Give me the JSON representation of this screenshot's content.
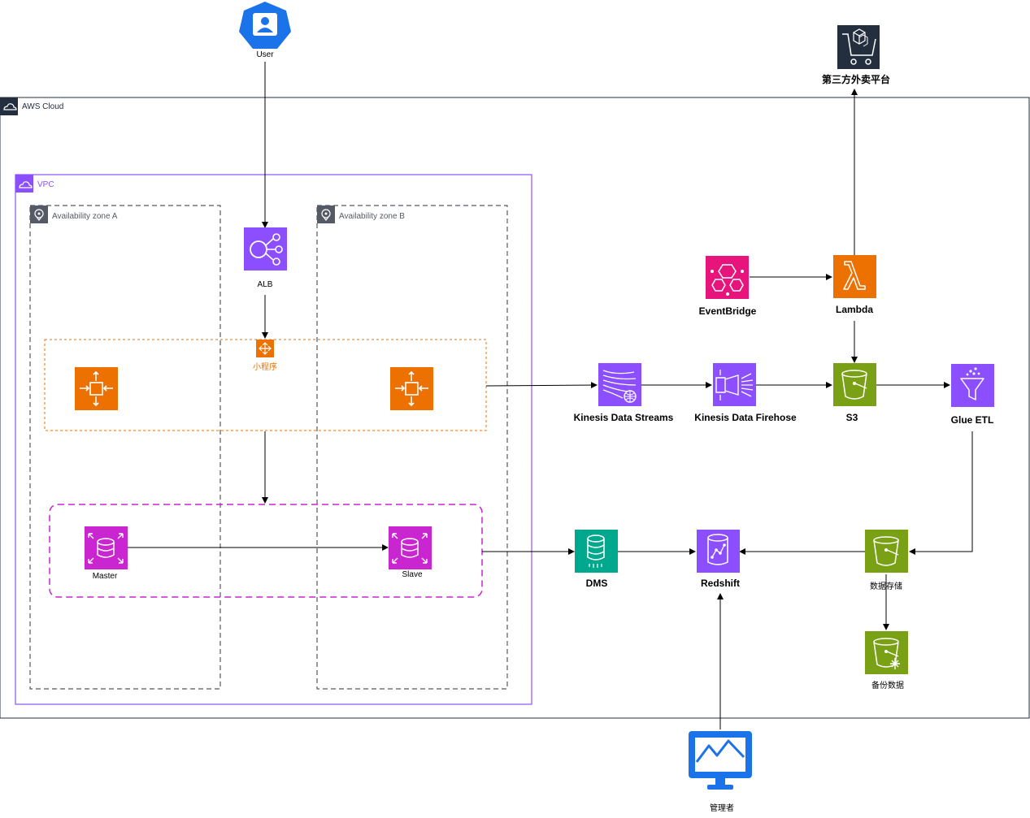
{
  "groups": {
    "aws_cloud": "AWS Cloud",
    "vpc": "VPC",
    "az_a": "Availability zone A",
    "az_b": "Availability zone B",
    "mini_program": "小程序"
  },
  "nodes": {
    "user": "User",
    "third_party": "第三方外卖平台",
    "alb": "ALB",
    "eventbridge": "EventBridge",
    "lambda": "Lambda",
    "kinesis_streams": "Kinesis Data Streams",
    "kinesis_firehose": "Kinesis Data Firehose",
    "s3": "S3",
    "glue": "Glue ETL",
    "master": "Master",
    "slave": "Slave",
    "dms": "DMS",
    "redshift": "Redshift",
    "data_store": "数据存储",
    "backup": "备份数据",
    "admin": "管理者"
  },
  "colors": {
    "compute_orange": "#ed7100",
    "analytics_purple": "#8c4fff",
    "database_magenta": "#c925d1",
    "storage_green": "#7aa116",
    "integration_pink": "#e7157b",
    "migration_teal": "#01a88d",
    "general_blue": "#1a73e8",
    "dark_bg": "#232f3e"
  }
}
